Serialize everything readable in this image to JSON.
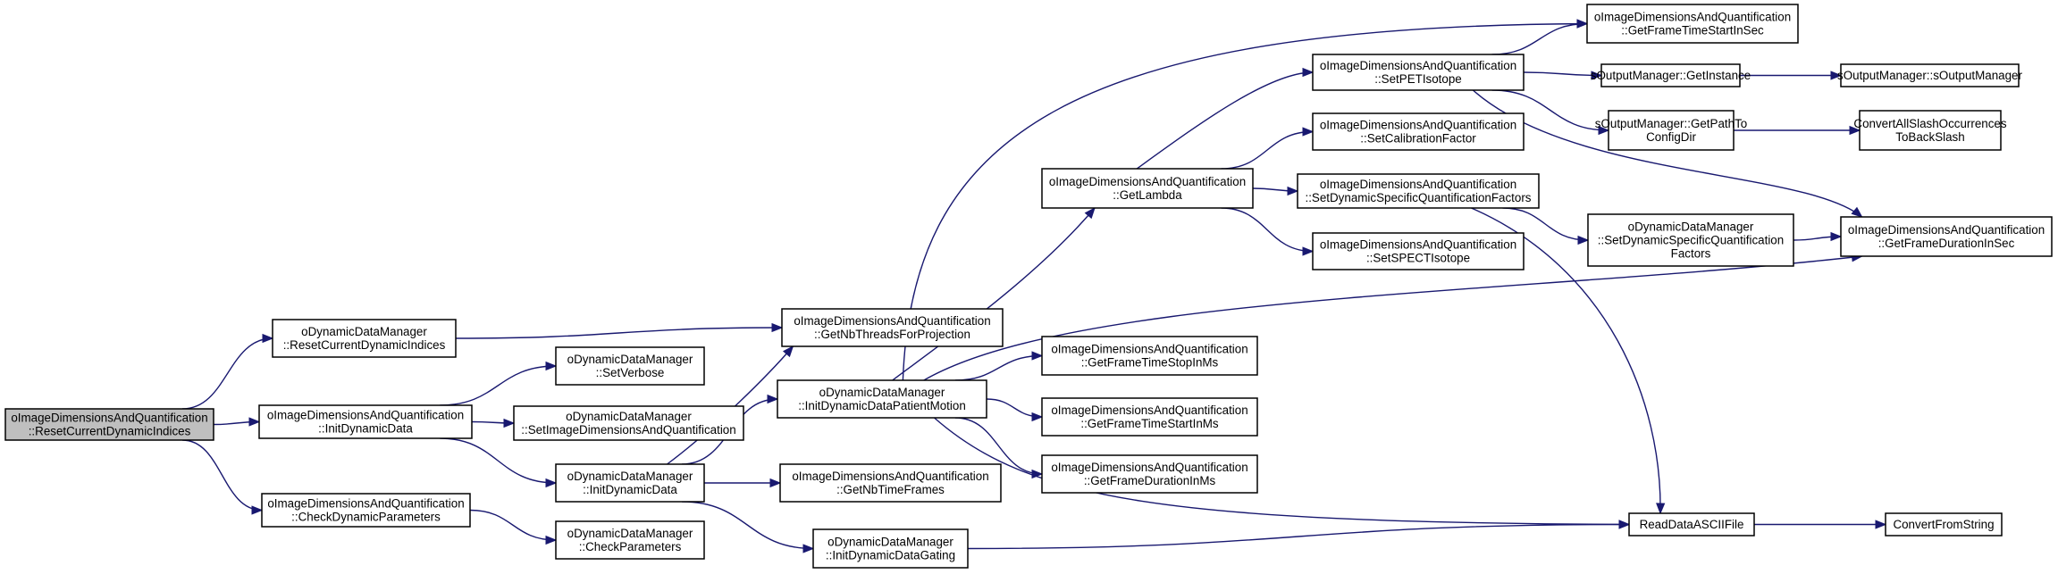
{
  "diagram": {
    "nodes": [
      {
        "id": "n0",
        "lines": [
          "oImageDimensionsAndQuantification",
          "::ResetCurrentDynamicIndices"
        ]
      },
      {
        "id": "n1",
        "lines": [
          "oDynamicDataManager",
          "::ResetCurrentDynamicIndices"
        ]
      },
      {
        "id": "n2",
        "lines": [
          "oImageDimensionsAndQuantification",
          "::InitDynamicData"
        ]
      },
      {
        "id": "n3",
        "lines": [
          "oImageDimensionsAndQuantification",
          "::CheckDynamicParameters"
        ]
      },
      {
        "id": "n4",
        "lines": [
          "oImageDimensionsAndQuantification",
          "::GetNbThreadsForProjection"
        ]
      },
      {
        "id": "n5",
        "lines": [
          "oDynamicDataManager",
          "::SetVerbose"
        ]
      },
      {
        "id": "n6",
        "lines": [
          "oDynamicDataManager",
          "::SetImageDimensionsAndQuantification"
        ]
      },
      {
        "id": "n7",
        "lines": [
          "oDynamicDataManager",
          "::InitDynamicData"
        ]
      },
      {
        "id": "n8",
        "lines": [
          "oDynamicDataManager",
          "::InitDynamicDataPatientMotion"
        ]
      },
      {
        "id": "n9",
        "lines": [
          "oImageDimensionsAndQuantification",
          "::GetNbTimeFrames"
        ]
      },
      {
        "id": "n10",
        "lines": [
          "oDynamicDataManager",
          "::InitDynamicDataGating"
        ]
      },
      {
        "id": "n11",
        "lines": [
          "oDynamicDataManager",
          "::CheckParameters"
        ]
      },
      {
        "id": "n12",
        "lines": [
          "oImageDimensionsAndQuantification",
          "::GetLambda"
        ]
      },
      {
        "id": "n13",
        "lines": [
          "oImageDimensionsAndQuantification",
          "::GetFrameTimeStopInMs"
        ]
      },
      {
        "id": "n14",
        "lines": [
          "oImageDimensionsAndQuantification",
          "::GetFrameTimeStartInMs"
        ]
      },
      {
        "id": "n15",
        "lines": [
          "oImageDimensionsAndQuantification",
          "::GetFrameDurationInMs"
        ]
      },
      {
        "id": "n16",
        "lines": [
          "oImageDimensionsAndQuantification",
          "::SetPETIsotope"
        ]
      },
      {
        "id": "n17",
        "lines": [
          "oImageDimensionsAndQuantification",
          "::SetCalibrationFactor"
        ]
      },
      {
        "id": "n18",
        "lines": [
          "oImageDimensionsAndQuantification",
          "::SetDynamicSpecificQuantificationFactors"
        ]
      },
      {
        "id": "n19",
        "lines": [
          "oImageDimensionsAndQuantification",
          "::SetSPECTIsotope"
        ]
      },
      {
        "id": "n20",
        "lines": [
          "oImageDimensionsAndQuantification",
          "::GetFrameTimeStartInSec"
        ]
      },
      {
        "id": "n21",
        "lines": [
          "sOutputManager::GetInstance"
        ]
      },
      {
        "id": "n22",
        "lines": [
          "sOutputManager::GetPathTo",
          "ConfigDir"
        ]
      },
      {
        "id": "n23",
        "lines": [
          "oDynamicDataManager",
          "::SetDynamicSpecificQuantification",
          "Factors"
        ]
      },
      {
        "id": "n24",
        "lines": [
          "ReadDataASCIIFile"
        ]
      },
      {
        "id": "n25",
        "lines": [
          "sOutputManager::sOutputManager"
        ]
      },
      {
        "id": "n26",
        "lines": [
          "ConvertAllSlashOccurrences",
          "ToBackSlash"
        ]
      },
      {
        "id": "n27",
        "lines": [
          "oImageDimensionsAndQuantification",
          "::GetFrameDurationInSec"
        ]
      },
      {
        "id": "n28",
        "lines": [
          "ConvertFromString"
        ]
      }
    ],
    "edges": [
      [
        "n0",
        "n1"
      ],
      [
        "n0",
        "n2"
      ],
      [
        "n0",
        "n3"
      ],
      [
        "n1",
        "n4"
      ],
      [
        "n2",
        "n5"
      ],
      [
        "n2",
        "n6"
      ],
      [
        "n2",
        "n7"
      ],
      [
        "n3",
        "n11"
      ],
      [
        "n7",
        "n4"
      ],
      [
        "n7",
        "n8"
      ],
      [
        "n7",
        "n9"
      ],
      [
        "n7",
        "n10"
      ],
      [
        "n8",
        "n12"
      ],
      [
        "n8",
        "n13"
      ],
      [
        "n8",
        "n14"
      ],
      [
        "n8",
        "n15"
      ],
      [
        "n8",
        "n20"
      ],
      [
        "n8",
        "n27"
      ],
      [
        "n8",
        "n24"
      ],
      [
        "n10",
        "n24"
      ],
      [
        "n12",
        "n16"
      ],
      [
        "n12",
        "n17"
      ],
      [
        "n12",
        "n18"
      ],
      [
        "n12",
        "n19"
      ],
      [
        "n16",
        "n20"
      ],
      [
        "n16",
        "n21"
      ],
      [
        "n16",
        "n22"
      ],
      [
        "n16",
        "n27"
      ],
      [
        "n18",
        "n23"
      ],
      [
        "n18",
        "n24"
      ],
      [
        "n21",
        "n25"
      ],
      [
        "n22",
        "n26"
      ],
      [
        "n23",
        "n27"
      ],
      [
        "n24",
        "n28"
      ]
    ]
  }
}
